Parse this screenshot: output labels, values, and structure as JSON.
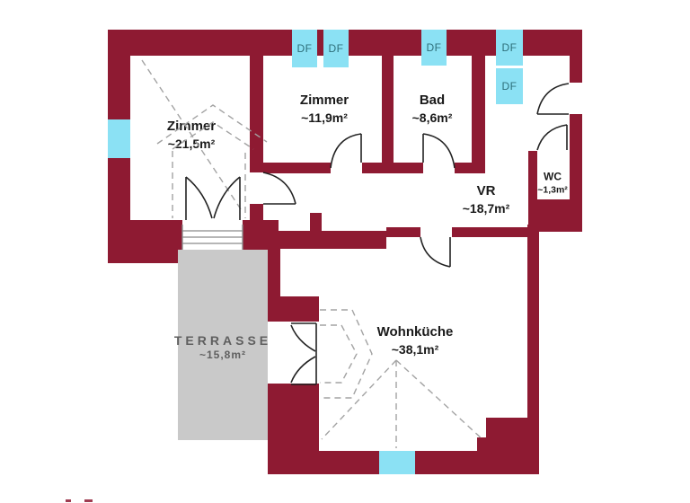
{
  "plan_type": "apartment-floor-plan",
  "rooms": {
    "zimmer1": {
      "name": "Zimmer",
      "area": "~21,5m²"
    },
    "zimmer2": {
      "name": "Zimmer",
      "area": "~11,9m²"
    },
    "bad": {
      "name": "Bad",
      "area": "~8,6m²"
    },
    "vr": {
      "name": "VR",
      "area": "~18,7m²"
    },
    "wc": {
      "name": "WC",
      "area": "~1,3m²"
    },
    "wohnkueche": {
      "name": "Wohnküche",
      "area": "~38,1m²"
    },
    "terrasse": {
      "name": "TERRASSE",
      "area": "~15,8m²"
    }
  },
  "skylight": {
    "label": "DF",
    "count": 5
  },
  "windows": {
    "left_wall": 1,
    "bottom_wall": 1
  },
  "colors": {
    "wall": "#8E1A32",
    "window_cyan": "#8BE1F4",
    "terrace_gray": "#C9C9C9",
    "skylight_text": "#2E6F7A",
    "label_text": "#1a1a1a",
    "terrace_text": "#5f5f5f",
    "dashed_lines": "#A3A3A3",
    "door_arcs": "#222222"
  }
}
